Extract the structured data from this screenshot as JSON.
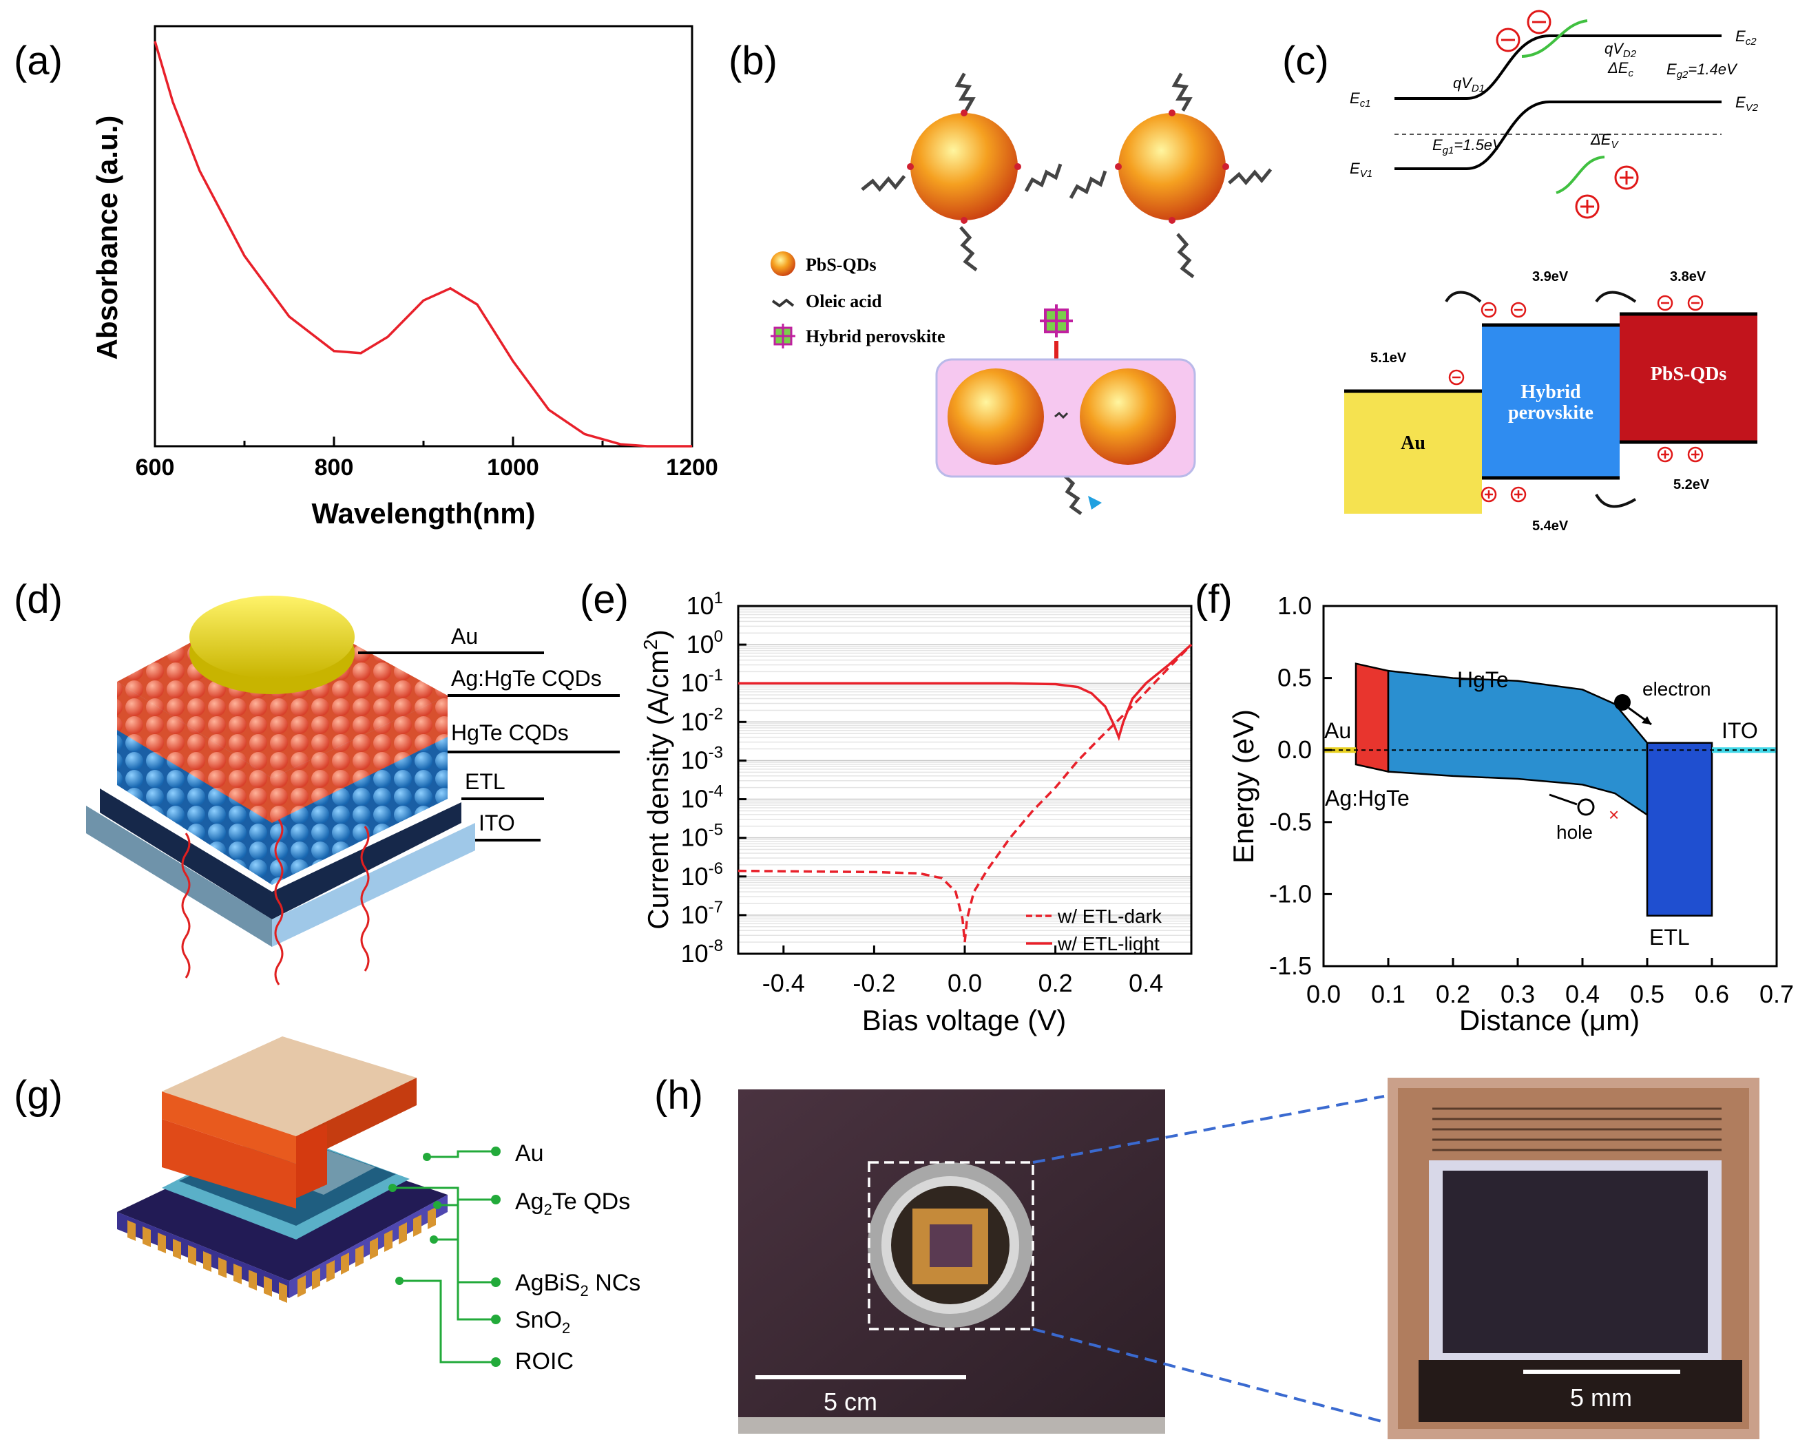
{
  "panel_labels": {
    "a": "(a)",
    "b": "(b)",
    "c": "(c)",
    "d": "(d)",
    "e": "(e)",
    "f": "(f)",
    "g": "(g)",
    "h": "(h)"
  },
  "colors": {
    "red_curve": "#e8202a",
    "qd_orange": "#f07d18",
    "qd_red": "#d8402a",
    "au_yellow": "#f5e250",
    "perovskite_blue": "#2f8cf0",
    "pbs_red": "#c2141c",
    "hgte_blue": "#2a8fd0",
    "etl_blue": "#1f4fd0",
    "agte_orange": "#e85a1e",
    "green_callout": "#22aa3a",
    "photo_bg": "#3a2a33"
  },
  "icons": {
    "qd": "sphere-icon",
    "ligand": "zigzag-chain-icon",
    "perovskite": "perovskite-cluster-icon",
    "electron": "minus-circle-icon",
    "hole": "plus-circle-icon",
    "arrow": "curved-arrow-icon"
  },
  "panel_a": {
    "chart_data": {
      "type": "line",
      "xlabel": "Wavelength(nm)",
      "ylabel": "Absorbance (a.u.)",
      "xlim": [
        600,
        1200
      ],
      "xticks": [
        "600",
        "800",
        "1000",
        "1200"
      ],
      "y_ticks_labeled": false,
      "series": [
        {
          "x": [
            600,
            620,
            650,
            700,
            750,
            800,
            830,
            860,
            900,
            930,
            960,
            1000,
            1040,
            1080,
            1120,
            1150,
            1200
          ],
          "y": [
            1.0,
            0.85,
            0.68,
            0.47,
            0.32,
            0.235,
            0.23,
            0.27,
            0.36,
            0.39,
            0.35,
            0.21,
            0.09,
            0.03,
            0.005,
            0.0,
            0.0
          ]
        }
      ]
    }
  },
  "panel_b": {
    "legend": [
      {
        "icon": "sphere-icon",
        "label": "PbS-QDs"
      },
      {
        "icon": "zigzag-chain-icon",
        "label": "Oleic acid"
      },
      {
        "icon": "perovskite-cluster-icon",
        "label": "Hybrid perovskite"
      }
    ]
  },
  "panel_c": {
    "band_labels": {
      "ec2": "E",
      "ec2_sub": "c2",
      "ec1": "E",
      "ec1_sub": "c1",
      "ev2": "E",
      "ev2_sub": "V2",
      "ev1": "E",
      "ev1_sub": "V1",
      "qvd2": "qV",
      "qvd2_sub": "D2",
      "qvd1": "qV",
      "qvd1_sub": "D1",
      "dEc": "ΔE",
      "dEc_sub": "c",
      "dEv": "ΔE",
      "dEv_sub": "V",
      "eg2": "E",
      "eg2_sub": "g2",
      "eg2_val": "=1.4eV",
      "eg1": "E",
      "eg1_sub": "g1",
      "eg1_val": "=1.5eV"
    },
    "levels": {
      "perov_top": "3.9eV",
      "pbs_top": "3.8eV",
      "au": "5.1eV",
      "pbs_bottom": "5.2eV",
      "perov_bottom": "5.4eV"
    },
    "blocks": {
      "au": "Au",
      "perovskite_line1": "Hybrid",
      "perovskite_line2": "perovskite",
      "pbs": "PbS-QDs"
    }
  },
  "panel_d": {
    "layers": [
      "Au",
      "Ag:HgTe CQDs",
      "HgTe CQDs",
      "ETL",
      "ITO"
    ]
  },
  "panel_e": {
    "chart_data": {
      "type": "line",
      "xlabel": "Bias voltage (V)",
      "ylabel": "Current density (A/cm",
      "ylabel_sup": "2",
      "ylabel_end": ")",
      "yscale": "log",
      "xlim": [
        -0.5,
        0.5
      ],
      "ylim": [
        1e-08,
        10
      ],
      "xticks": [
        "-0.4",
        "-0.2",
        "0.0",
        "0.2",
        "0.4"
      ],
      "yticks_base": [
        "10",
        "10",
        "10",
        "10",
        "10",
        "10",
        "10",
        "10",
        "10",
        "10"
      ],
      "yticks_exp": [
        "1",
        "0",
        "-1",
        "-2",
        "-3",
        "-4",
        "-5",
        "-6",
        "-7",
        "-8"
      ],
      "series": [
        {
          "name": "w/ ETL-dark",
          "style": "dashed",
          "x": [
            -0.5,
            -0.2,
            -0.1,
            -0.05,
            -0.02,
            -0.005,
            0.0,
            0.005,
            0.02,
            0.05,
            0.1,
            0.15,
            0.2,
            0.25,
            0.3,
            0.35,
            0.4,
            0.45,
            0.5
          ],
          "y": [
            1.4e-06,
            1.3e-06,
            1.2e-06,
            9e-07,
            4e-07,
            8e-08,
            2e-08,
            8e-08,
            4e-07,
            1.5e-06,
            1e-05,
            5e-05,
            0.0002,
            0.001,
            0.004,
            0.015,
            0.06,
            0.25,
            1.0
          ]
        },
        {
          "name": "w/ ETL-light",
          "style": "solid",
          "x": [
            -0.5,
            -0.2,
            0.0,
            0.1,
            0.2,
            0.25,
            0.28,
            0.31,
            0.33,
            0.34,
            0.35,
            0.37,
            0.4,
            0.45,
            0.5
          ],
          "y": [
            0.1,
            0.1,
            0.1,
            0.1,
            0.095,
            0.08,
            0.055,
            0.025,
            0.008,
            0.004,
            0.01,
            0.04,
            0.1,
            0.3,
            1.0
          ]
        }
      ]
    }
  },
  "panel_f": {
    "chart_data": {
      "type": "area",
      "xlabel": "Distance (μm)",
      "ylabel": "Energy (eV)",
      "xlim": [
        0.0,
        0.7
      ],
      "ylim": [
        -1.5,
        1.0
      ],
      "xticks": [
        "0.0",
        "0.1",
        "0.2",
        "0.3",
        "0.4",
        "0.5",
        "0.6",
        "0.7"
      ],
      "yticks": [
        "1.0",
        "0.5",
        "0.0",
        "-0.5",
        "-1.0",
        "-1.5"
      ],
      "regions": [
        {
          "name": "Ag:HgTe",
          "x": [
            0.05,
            0.1
          ],
          "top": [
            0.6,
            0.55
          ],
          "bottom": [
            -0.1,
            -0.15
          ]
        },
        {
          "name": "HgTe",
          "x": [
            0.1,
            0.2,
            0.3,
            0.4,
            0.45,
            0.5
          ],
          "top": [
            0.55,
            0.5,
            0.48,
            0.42,
            0.32,
            0.05
          ],
          "bottom": [
            -0.15,
            -0.18,
            -0.2,
            -0.24,
            -0.3,
            -0.45
          ]
        },
        {
          "name": "ETL",
          "x": [
            0.5,
            0.6
          ],
          "top": [
            0.05,
            0.05
          ],
          "bottom": [
            -1.15,
            -1.15
          ]
        }
      ],
      "annotations": {
        "hgte": "HgTe",
        "electron": "electron",
        "au": "Au",
        "ito": "ITO",
        "aghgte": "Ag:HgTe",
        "hole": "hole",
        "etl": "ETL"
      }
    }
  },
  "panel_g": {
    "layers": [
      {
        "label": "Au",
        "sub": "",
        "rest": ""
      },
      {
        "label": "Ag",
        "sub": "2",
        "rest": "Te QDs"
      },
      {
        "label": "AgBiS",
        "sub": "2",
        "rest": " NCs"
      },
      {
        "label": "SnO",
        "sub": "2",
        "rest": ""
      },
      {
        "label": "ROIC",
        "sub": "",
        "rest": ""
      }
    ]
  },
  "panel_h": {
    "scale_left": "5 cm",
    "scale_right": "5 mm"
  }
}
